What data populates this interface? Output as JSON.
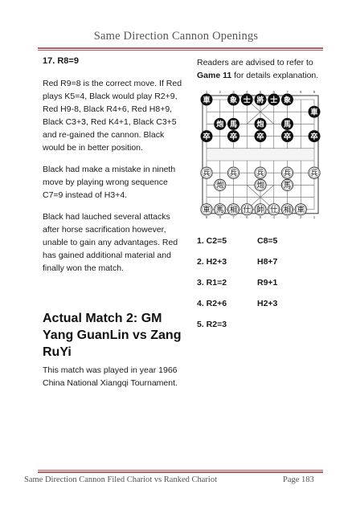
{
  "header": "Same Direction Cannon Openings",
  "footer": {
    "left": "Same Direction Cannon Filed Chariot vs Ranked Chariot",
    "right": "Page 183"
  },
  "left": {
    "move_heading": "17. R8=9",
    "paragraphs": [
      "Red R9=8 is the correct move. If Red plays K5=4, Black would play R2+9, Red H9-8, Black R4+6, Red H8+9, Black C3+3, Red K4+1, Black C3+5 and re-gained the cannon. Black would be in better position.",
      "Black had make a mistake in nineth move by playing wrong sequence C7=9 instead of H3+4.",
      "Black had lauched several attacks after horse sacrification however, unable to gain any advantages. Red has gained additional material and finally won the match."
    ],
    "match_title": "Actual Match 2: GM Yang GuanLin vs Zang RuYi",
    "match_desc": "This match was played in year 1966 China National Xiangqi Tournament."
  },
  "right": {
    "intro_pre": "Readers are advised to refer to",
    "intro_bold": "Game 11",
    "intro_post": "for details explanation.",
    "moves": [
      {
        "red": "1. C2=5",
        "black": "C8=5"
      },
      {
        "red": "2. H2+3",
        "black": "H8+7"
      },
      {
        "red": "3. R1=2",
        "black": "R9+1"
      },
      {
        "red": "4. R2+6",
        "black": "H2+3"
      },
      {
        "red": "5. R2=3",
        "black": ""
      }
    ]
  },
  "board": {
    "top_files": [
      "1",
      "2",
      "3",
      "4",
      "5",
      "6",
      "7",
      "8",
      "9"
    ],
    "bottom_files": [
      "9",
      "8",
      "7",
      "6",
      "5",
      "4",
      "3",
      "2",
      "1"
    ],
    "pieces": [
      {
        "ch": "車",
        "c": 0,
        "r": 0,
        "side": "b"
      },
      {
        "ch": "象",
        "c": 2,
        "r": 0,
        "side": "b"
      },
      {
        "ch": "士",
        "c": 3,
        "r": 0,
        "side": "b"
      },
      {
        "ch": "將",
        "c": 4,
        "r": 0,
        "side": "b"
      },
      {
        "ch": "士",
        "c": 5,
        "r": 0,
        "side": "b"
      },
      {
        "ch": "象",
        "c": 6,
        "r": 0,
        "side": "b"
      },
      {
        "ch": "車",
        "c": 8,
        "r": 1,
        "side": "b"
      },
      {
        "ch": "炮",
        "c": 1,
        "r": 2,
        "side": "b"
      },
      {
        "ch": "馬",
        "c": 2,
        "r": 2,
        "side": "b"
      },
      {
        "ch": "炮",
        "c": 4,
        "r": 2,
        "side": "b"
      },
      {
        "ch": "馬",
        "c": 6,
        "r": 2,
        "side": "b"
      },
      {
        "ch": "卒",
        "c": 0,
        "r": 3,
        "side": "b"
      },
      {
        "ch": "卒",
        "c": 2,
        "r": 3,
        "side": "b"
      },
      {
        "ch": "卒",
        "c": 4,
        "r": 3,
        "side": "b"
      },
      {
        "ch": "卒",
        "c": 6,
        "r": 3,
        "side": "b"
      },
      {
        "ch": "卒",
        "c": 8,
        "r": 3,
        "side": "b"
      },
      {
        "ch": "兵",
        "c": 0,
        "r": 6,
        "side": "r"
      },
      {
        "ch": "兵",
        "c": 2,
        "r": 6,
        "side": "r"
      },
      {
        "ch": "兵",
        "c": 4,
        "r": 6,
        "side": "r"
      },
      {
        "ch": "兵",
        "c": 6,
        "r": 6,
        "side": "r"
      },
      {
        "ch": "兵",
        "c": 8,
        "r": 6,
        "side": "r"
      },
      {
        "ch": "炮",
        "c": 4,
        "r": 7,
        "side": "r"
      },
      {
        "ch": "馬",
        "c": 6,
        "r": 7,
        "side": "r"
      },
      {
        "ch": "炮",
        "c": 1,
        "r": 7,
        "side": "r"
      },
      {
        "ch": "車",
        "c": 0,
        "r": 9,
        "side": "r"
      },
      {
        "ch": "馬",
        "c": 1,
        "r": 9,
        "side": "r"
      },
      {
        "ch": "相",
        "c": 2,
        "r": 9,
        "side": "r"
      },
      {
        "ch": "仕",
        "c": 3,
        "r": 9,
        "side": "r"
      },
      {
        "ch": "帥",
        "c": 4,
        "r": 9,
        "side": "r"
      },
      {
        "ch": "仕",
        "c": 5,
        "r": 9,
        "side": "r"
      },
      {
        "ch": "相",
        "c": 6,
        "r": 9,
        "side": "r"
      },
      {
        "ch": "車",
        "c": 7,
        "r": 9,
        "side": "r"
      }
    ]
  }
}
